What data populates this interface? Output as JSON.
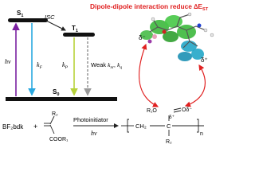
{
  "headline": "Dipole-dipole interaction reduce ∆E",
  "headline_sub": "ST",
  "jablonski": {
    "s1": "S",
    "s1_sub": "1",
    "t1": "T",
    "t1_sub": "1",
    "s0": "S",
    "s0_sub": "0",
    "isc": "ISC",
    "hv": "hν",
    "kf": "k",
    "kf_sub": "F",
    "kp": "k",
    "kp_sub": "P",
    "weak": "Weak ",
    "knr": "k",
    "knr_sub": "nr",
    "kq": "k",
    "kq_sub": "q"
  },
  "molecule": {
    "delta_minus": "δ⁻",
    "delta_plus": "δ⁺"
  },
  "reaction": {
    "reactant": "BF₂bdk",
    "plus": "+",
    "r2": "R₂",
    "coor1": "COOR₁",
    "photoinitiator": "Photoinitiator",
    "hv": "hν"
  },
  "polymer": {
    "r1": "R₁O",
    "o_minus": "Oδ⁻",
    "delta_plus": "δ⁺",
    "ch2": "CH₂",
    "c": "C",
    "r2": "R₂",
    "n": "n"
  },
  "colors": {
    "headline": "#e02020",
    "s1_arrow_hv": "#7a1fa0",
    "kf_arrow": "#29a8e0",
    "isc_arrow": "#2a2a2a",
    "kp_arrow": "#b7d23a",
    "weak_arrow": "#9a9a9a",
    "orbital_green": "#3cb83c",
    "orbital_cyan": "#22a6c8",
    "dipole_arrow": "#e02020"
  }
}
